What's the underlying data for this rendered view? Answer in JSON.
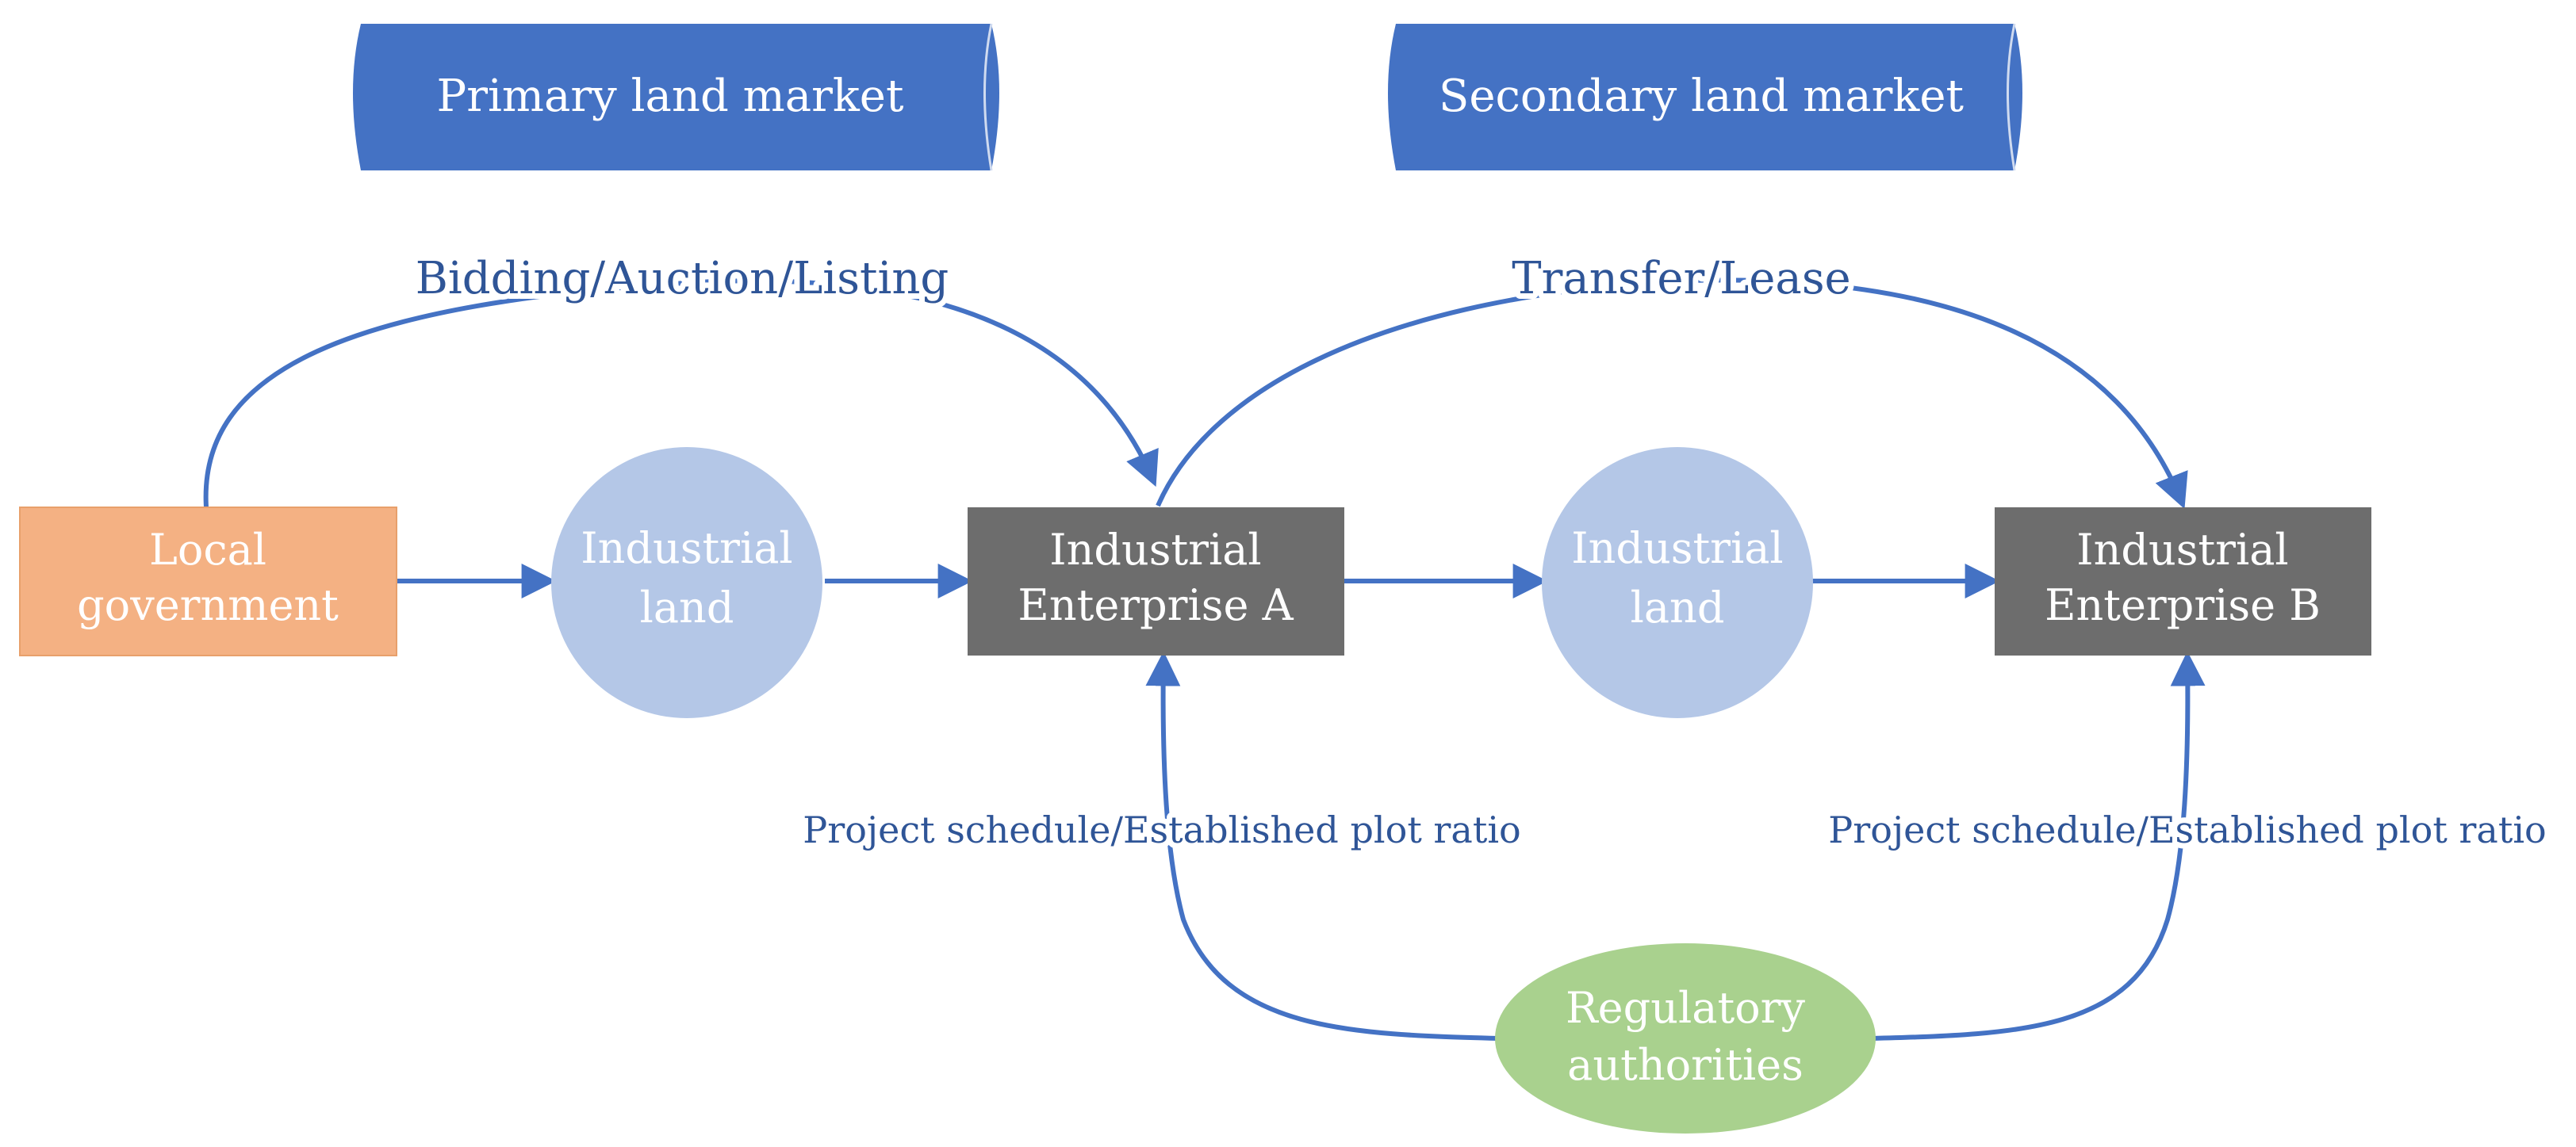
{
  "colors": {
    "market_fill": "#4472C4",
    "arrow": "#4472C4",
    "label_text": "#2F5597",
    "government_fill": "#F4B183",
    "land_fill": "#B4C7E7",
    "enterprise_fill": "#6D6D6D",
    "regulator_fill": "#A9D18E",
    "node_text": "#FFFFFF"
  },
  "markets": {
    "primary": "Primary land market",
    "secondary": "Secondary land market"
  },
  "nodes": {
    "government": [
      "Local",
      "government"
    ],
    "land_1": [
      "Industrial",
      "land"
    ],
    "enterprise_a": [
      "Industrial",
      "Enterprise A"
    ],
    "land_2": [
      "Industrial",
      "land"
    ],
    "enterprise_b": [
      "Industrial",
      "Enterprise B"
    ],
    "regulator": [
      "Regulatory",
      "authorities"
    ]
  },
  "edge_labels": {
    "bidding": "Bidding/Auction/Listing",
    "transfer": "Transfer/Lease",
    "schedule_a": "Project schedule/Established plot ratio",
    "schedule_b": "Project schedule/Established plot ratio"
  }
}
